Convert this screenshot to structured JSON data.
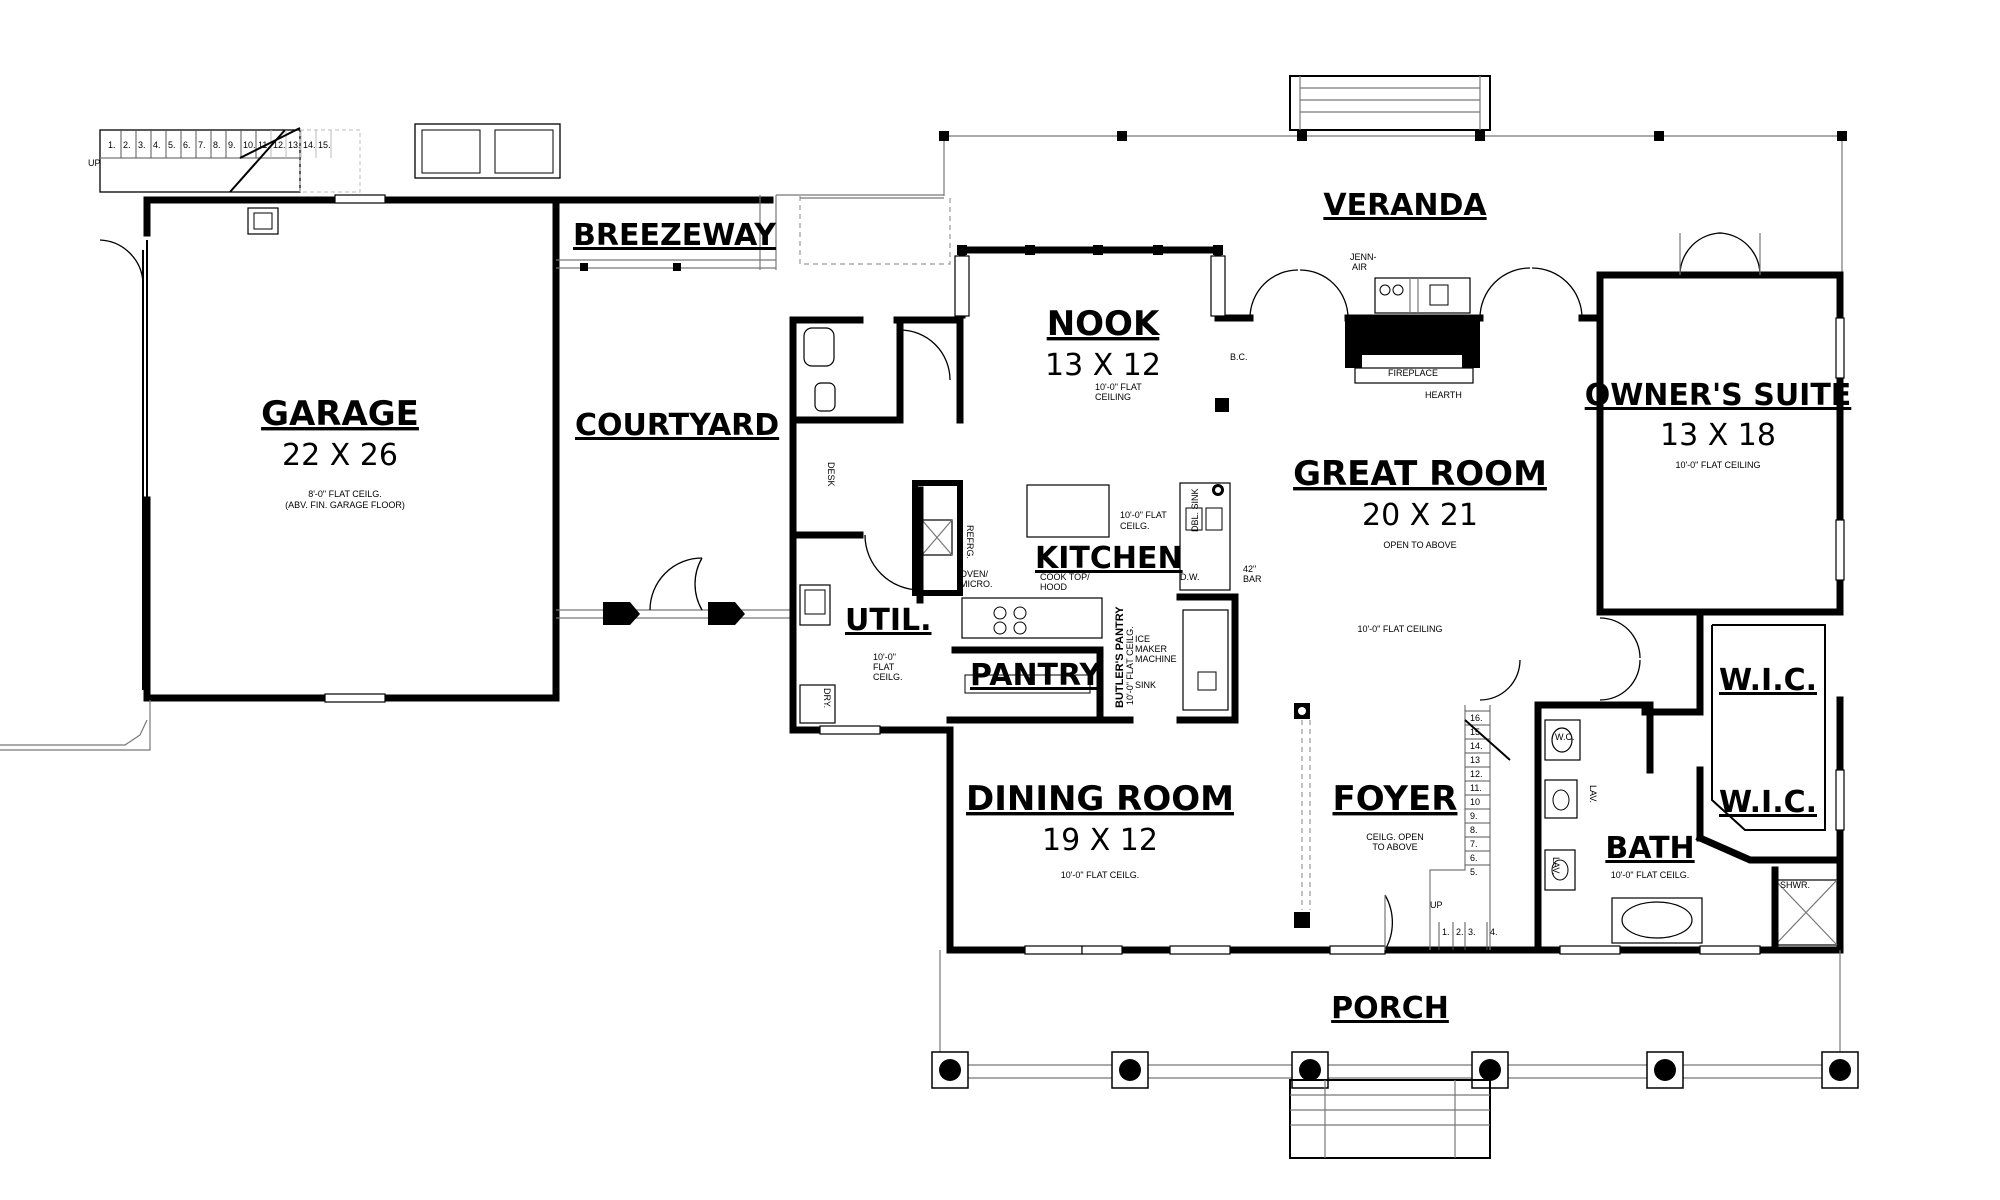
{
  "rooms": {
    "garage": {
      "name": "GARAGE",
      "dim": "22 X 26",
      "note1": "8'-0\" FLAT CEILG.",
      "note2": "(ABV. FIN. GARAGE FLOOR)"
    },
    "breezeway": {
      "name": "BREEZEWAY"
    },
    "courtyard": {
      "name": "COURTYARD"
    },
    "veranda": {
      "name": "VERANDA"
    },
    "nook": {
      "name": "NOOK",
      "dim": "13 X 12",
      "note1": "10'-0\" FLAT",
      "note2": "CEILING"
    },
    "kitchen": {
      "name": "KITCHEN",
      "note1": "10'-0\" FLAT",
      "note2": "CEILG."
    },
    "util": {
      "name": "UTIL.",
      "note1": "10'-0\"",
      "note2": "FLAT",
      "note3": "CEILG."
    },
    "pantry": {
      "name": "PANTRY"
    },
    "great_room": {
      "name": "GREAT ROOM",
      "dim": "20 X 21",
      "note1": "OPEN TO ABOVE",
      "note2": "10'-0\" FLAT CEILING"
    },
    "owners_suite": {
      "name": "OWNER'S SUITE",
      "dim": "13 X 18",
      "note1": "10'-0\" FLAT CEILING"
    },
    "wic1": {
      "name": "W.I.C."
    },
    "wic2": {
      "name": "W.I.C."
    },
    "dining": {
      "name": "DINING ROOM",
      "dim": "19 X 12",
      "note1": "10'-0\" FLAT CEILG."
    },
    "foyer": {
      "name": "FOYER",
      "note1": "CEILG. OPEN",
      "note2": "TO ABOVE"
    },
    "bath": {
      "name": "BATH",
      "note1": "10'-0\" FLAT CEILG."
    },
    "porch": {
      "name": "PORCH"
    }
  },
  "fixtures": {
    "jenn_air_1": "JENN-",
    "jenn_air_2": "AIR",
    "fireplace": "FIREPLACE",
    "hearth": "HEARTH",
    "bc": "B.C.",
    "refrg": "REFRG.",
    "oven_1": "OVEN/",
    "oven_2": "MICRO.",
    "cooktop_1": "COOK TOP/",
    "cooktop_2": "HOOD",
    "dbl_sink": "DBL. SINK",
    "dw": "D.W.",
    "bar_1": "42\"",
    "bar_2": "BAR",
    "ice_1": "ICE",
    "ice_2": "MAKER",
    "ice_3": "MACHINE",
    "sink": "SINK",
    "butlers_1": "BUTLER'S PANTRY",
    "butlers_2": "10'-0\" FLAT CEILG.",
    "desk": "DESK",
    "dry": "DRY.",
    "wc": "W.C.",
    "lav1": "LAV.",
    "lav2": "LAV.",
    "shwr": "SHWR."
  },
  "stairs": {
    "garage_up": "UP",
    "garage_steps": [
      "1.",
      "2.",
      "3.",
      "4.",
      "5.",
      "6.",
      "7.",
      "8.",
      "9.",
      "10.",
      "11.",
      "12.",
      "13.",
      "14.",
      "15."
    ],
    "main_up": "UP",
    "main_bottom": [
      "1.",
      "2.",
      "3.",
      "4."
    ],
    "main_side": [
      "5.",
      "6.",
      "7.",
      "8.",
      "9.",
      "10",
      "11.",
      "12.",
      "13",
      "14.",
      "15.",
      "16."
    ]
  }
}
